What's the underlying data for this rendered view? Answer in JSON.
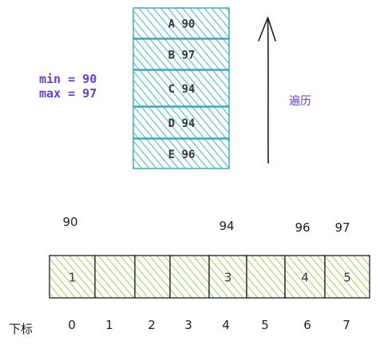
{
  "records": [
    {
      "label": "A 90"
    },
    {
      "label": "B 97"
    },
    {
      "label": "C 94"
    },
    {
      "label": "D 94"
    },
    {
      "label": "E 96"
    }
  ],
  "stats": {
    "min": "min = 90",
    "max": "max = 97"
  },
  "traverse_label": "遍历",
  "count_array": {
    "value_labels": [
      "90",
      "94",
      "96",
      "97"
    ],
    "cells": [
      "1",
      "",
      "",
      "",
      "3",
      "",
      "4",
      "5"
    ],
    "index_title": "下标",
    "indices": [
      "0",
      "1",
      "2",
      "3",
      "4",
      "5",
      "6",
      "7"
    ]
  },
  "colors": {
    "record_fill": "#7fd3de",
    "record_stroke": "#34a8b8",
    "cell_fill": "#b9e07a",
    "cell_stroke": "#8cc63f",
    "stat_text": "#6741d9",
    "label_text": "#6741d9",
    "ink": "#1e1e1e"
  }
}
